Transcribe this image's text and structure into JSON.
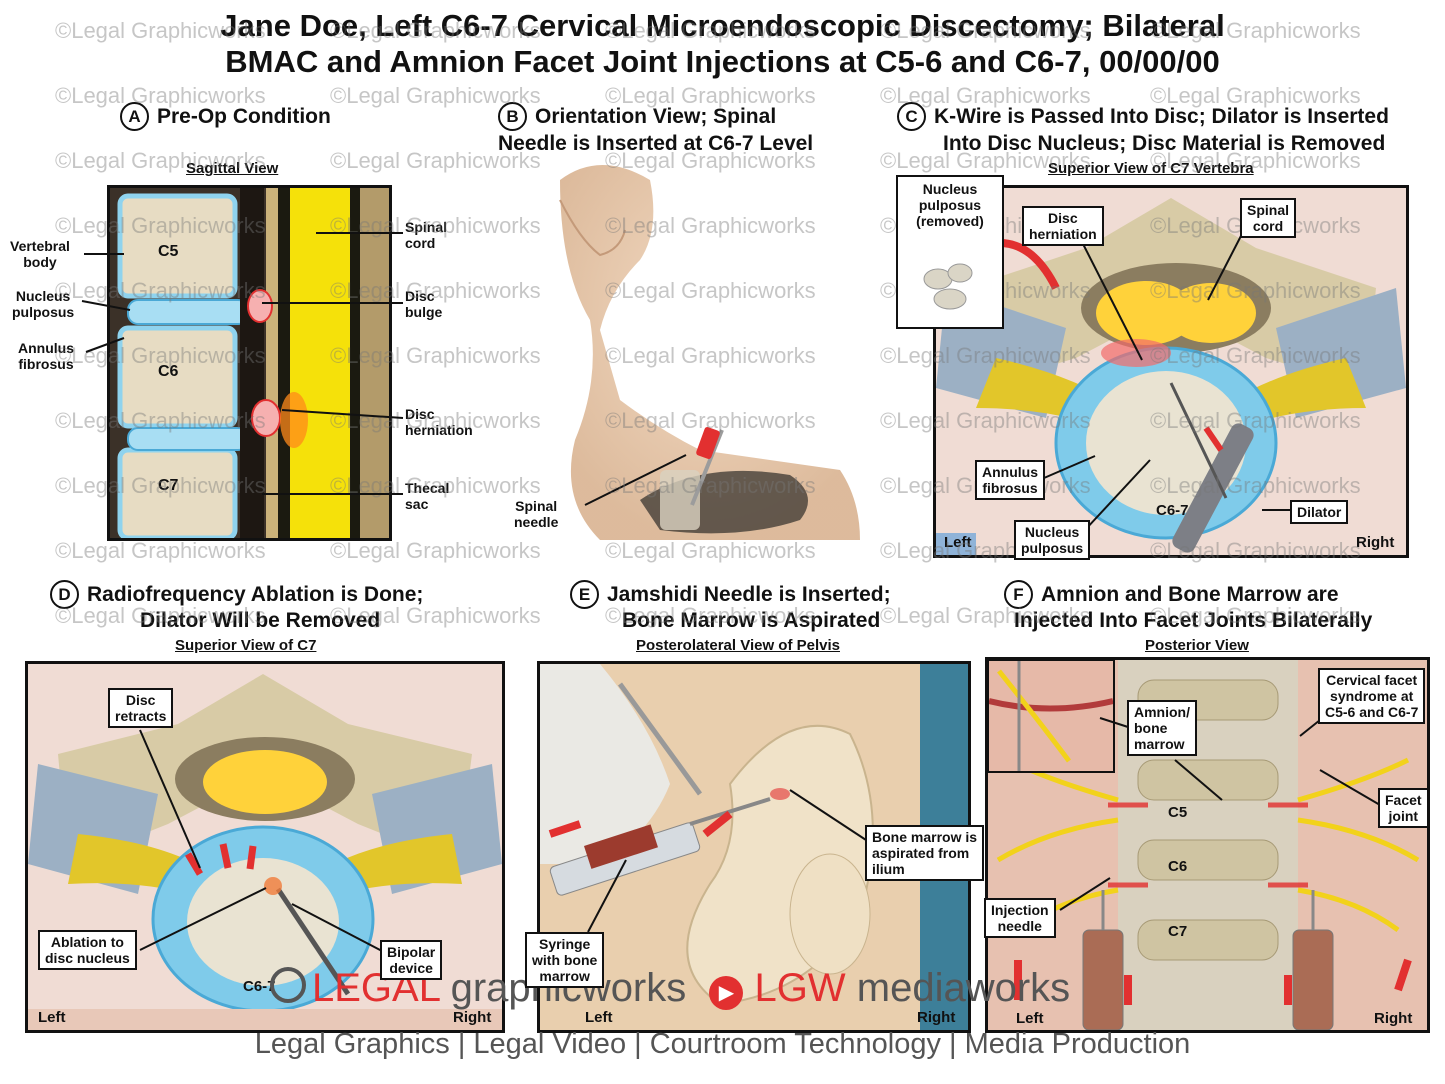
{
  "title": {
    "line1": "Jane Doe, Left C6-7 Cervical Microendoscopic Discectomy; Bilateral",
    "line2": "BMAC and Amnion Facet Joint Injections at C5-6 and C6-7, 00/00/00"
  },
  "watermark": "©Legal Graphicworks",
  "panels": {
    "a": {
      "letter": "A",
      "title": "Pre-Op Condition",
      "view": "Sagittal View",
      "labels": {
        "vertebral_body": "Vertebral\nbody",
        "nucleus": "Nucleus\npulposus",
        "annulus": "Annulus\nfibrosus",
        "spinal_cord": "Spinal\ncord",
        "disc_bulge": "Disc\nbulge",
        "disc_herniation": "Disc\nherniation",
        "thecal_sac": "Thecal\nsac",
        "c5": "C5",
        "c6": "C6",
        "c7": "C7"
      }
    },
    "b": {
      "letter": "B",
      "title1": "Orientation View; Spinal",
      "title2": "Needle is Inserted at C6-7 Level",
      "labels": {
        "spinal_needle": "Spinal\nneedle"
      }
    },
    "c": {
      "letter": "C",
      "title1": "K-Wire is Passed Into Disc; Dilator is Inserted",
      "title2": "Into Disc Nucleus; Disc Material is Removed",
      "view": "Superior View of C7 Vertebra",
      "labels": {
        "nucleus_removed": "Nucleus\npulposus\n(removed)",
        "disc_herniation": "Disc\nherniation",
        "spinal_cord": "Spinal\ncord",
        "annulus": "Annulus\nfibrosus",
        "level": "C6-7",
        "nucleus": "Nucleus\npulposus",
        "dilator": "Dilator",
        "left": "Left",
        "right": "Right"
      }
    },
    "d": {
      "letter": "D",
      "title1": "Radiofrequency Ablation is Done;",
      "title2": "Dilator Will be Removed",
      "view": "Superior View of C7",
      "labels": {
        "disc_retracts": "Disc\nretracts",
        "ablation": "Ablation to\ndisc nucleus",
        "bipolar": "Bipolar\ndevice",
        "level": "C6-7",
        "left": "Left",
        "right": "Right"
      }
    },
    "e": {
      "letter": "E",
      "title1": "Jamshidi Needle is Inserted;",
      "title2": "Bone Marrow is Aspirated",
      "view": "Posterolateral View of Pelvis",
      "labels": {
        "bone_marrow": "Bone marrow is\naspirated from\nilium",
        "syringe": "Syringe\nwith bone\nmarrow",
        "left": "Left",
        "right": "Right"
      }
    },
    "f": {
      "letter": "F",
      "title1": "Amnion and Bone Marrow are",
      "title2": "Injected Into Facet Joints Bilaterally",
      "view": "Posterior View",
      "labels": {
        "amnion": "Amnion/\nbone\nmarrow",
        "syndrome": "Cervical facet\nsyndrome at\nC5-6 and C6-7",
        "facet": "Facet\njoint",
        "injection": "Injection\nneedle",
        "c5": "C5",
        "c6": "C6",
        "c7": "C7",
        "left": "Left",
        "right": "Right"
      }
    }
  },
  "brand": {
    "legal": "LEGAL",
    "graphicworks": "graphicworks",
    "lgw": "LGW",
    "mediaworks": "mediaworks"
  },
  "footer": "Legal Graphics | Legal Video | Courtroom Technology | Media Production",
  "colors": {
    "bone": "#e7dcc3",
    "disc": "#8fd3ee",
    "cord": "#f5e10a",
    "alert": "#e23030",
    "nerve": "#f2d21b",
    "skin": "#e9c9a7"
  }
}
